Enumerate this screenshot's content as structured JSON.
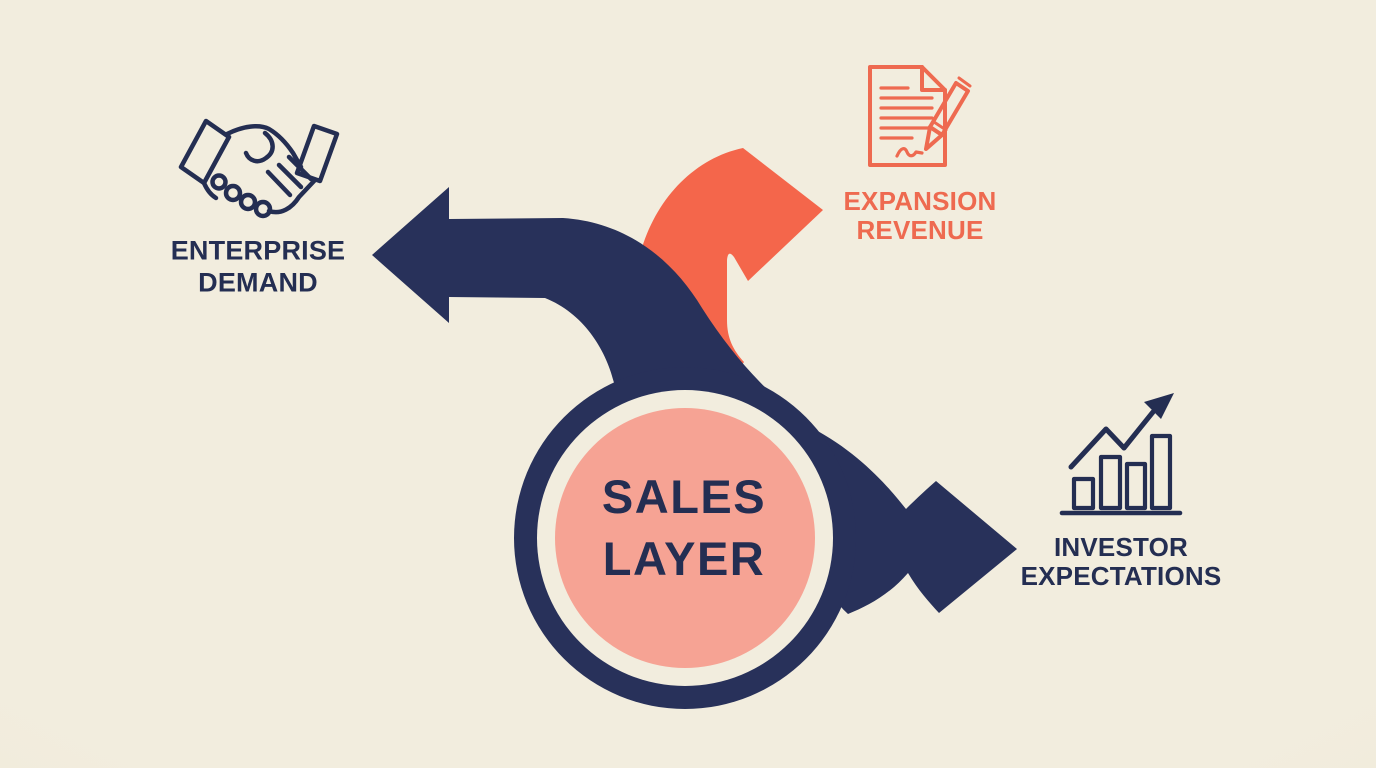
{
  "colors": {
    "background": "#f2edde",
    "navy": "#28315a",
    "navy_text": "#242e52",
    "salmon": "#f6a394",
    "orange": "#f4664b",
    "orange_text": "#ee6a50"
  },
  "diagram": {
    "center": {
      "line1": "SALES",
      "line2": "LAYER"
    },
    "nodes": [
      {
        "id": "enterprise-demand",
        "line1": "ENTERPRISE",
        "line2": "DEMAND",
        "icon": "handshake-icon",
        "color": "#242e52"
      },
      {
        "id": "expansion-revenue",
        "line1": "EXPANSION",
        "line2": "REVENUE",
        "icon": "document-pen-icon",
        "color": "#ee6a50"
      },
      {
        "id": "investor-expectations",
        "line1": "INVESTOR",
        "line2": "EXPECTATIONS",
        "icon": "bar-chart-growth-icon",
        "color": "#242e52"
      }
    ]
  }
}
